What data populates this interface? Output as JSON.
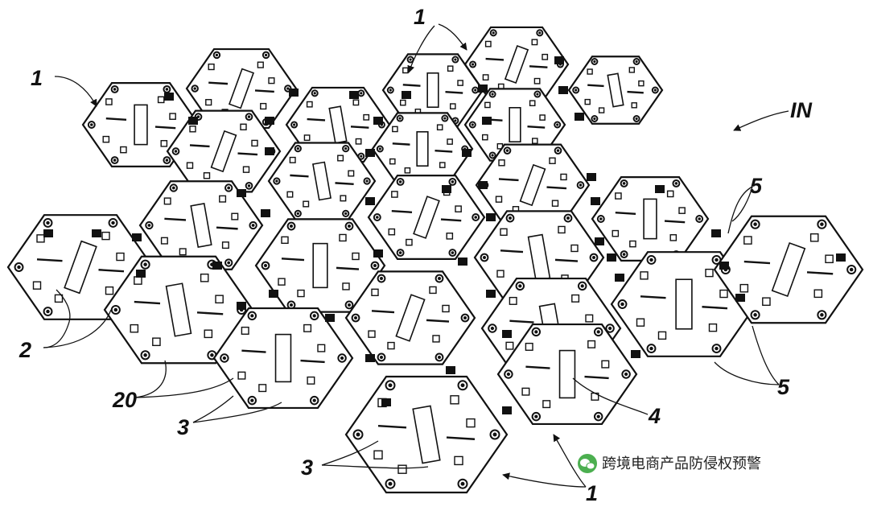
{
  "figure": {
    "reference_labels": [
      "1",
      "1",
      "1",
      "2",
      "20",
      "3",
      "3",
      "4",
      "5",
      "5",
      "IN"
    ]
  },
  "watermark": {
    "text": "跨境电商产品防侵权预警",
    "icon": "wechat-logo-icon",
    "color": "#222222"
  }
}
